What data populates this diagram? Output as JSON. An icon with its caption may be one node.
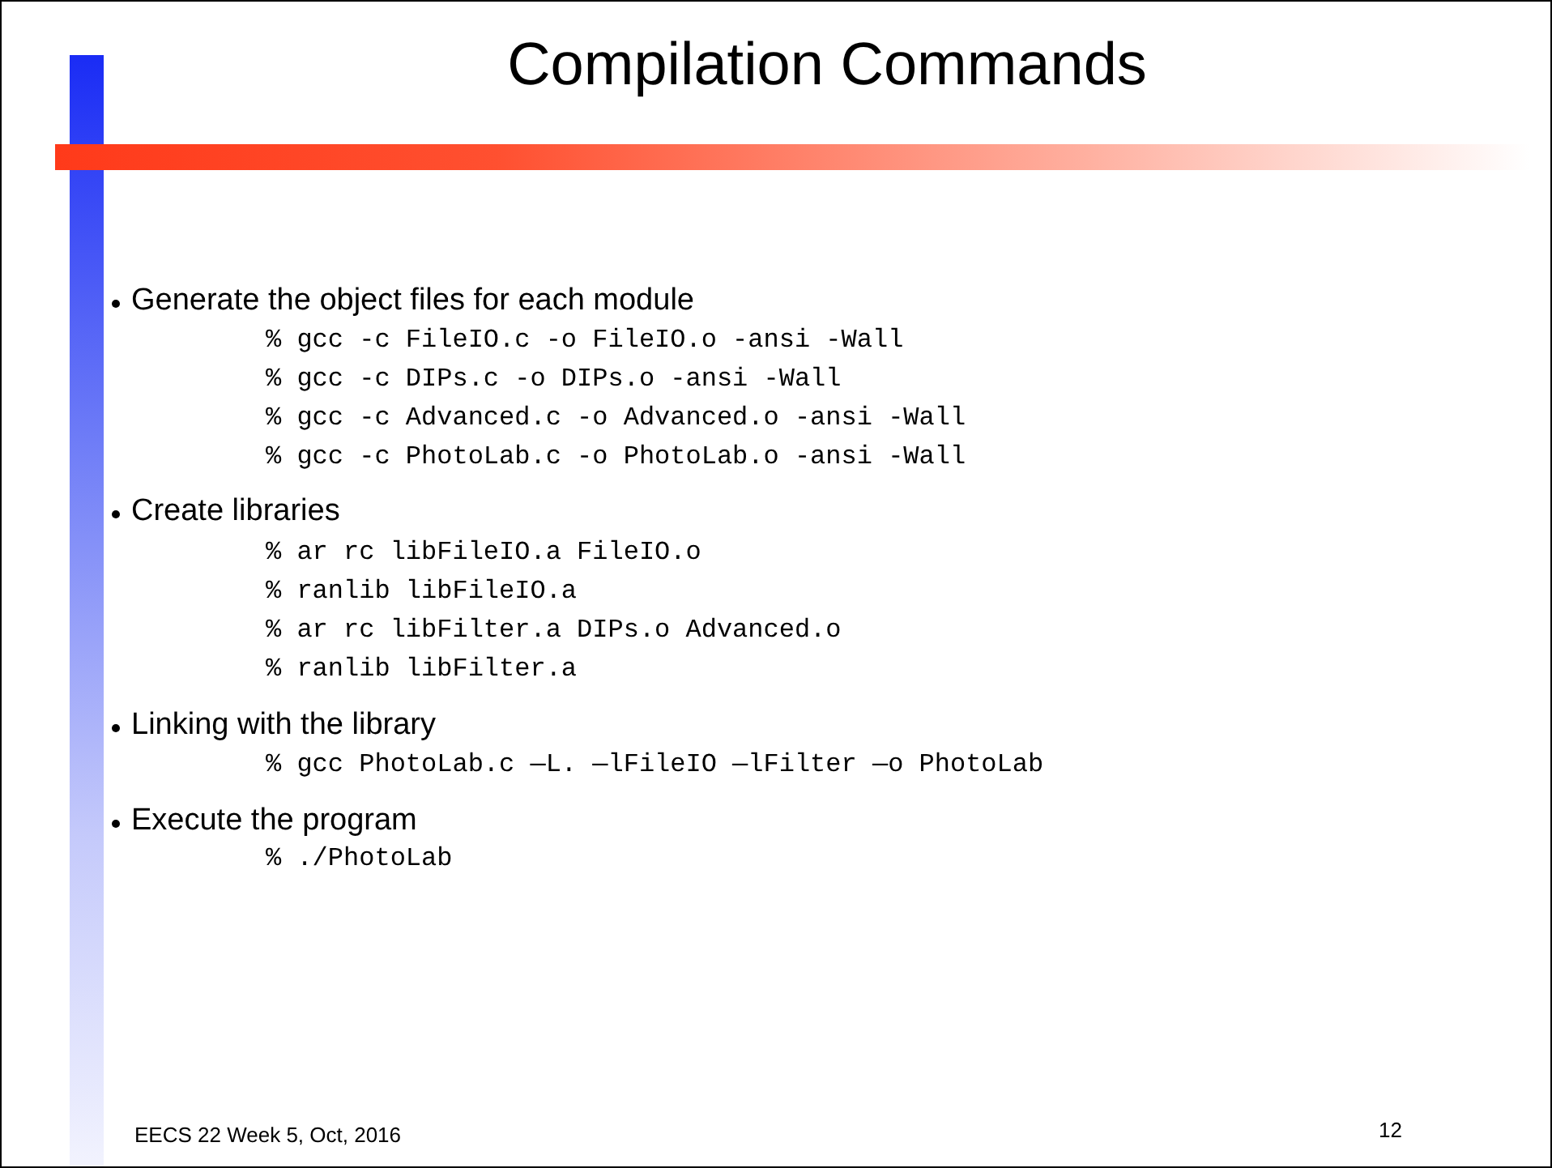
{
  "diagram": {
    "title": "Compilation Commands",
    "labels": [
      "Generate the object files for each module",
      "% gcc -c FileIO.c -o FileIO.o -ansi -Wall",
      "% gcc -c DIPs.c -o DIPs.o -ansi -Wall",
      "% gcc -c Advanced.c -o Advanced.o -ansi -Wall",
      "% gcc -c PhotoLab.c -o PhotoLab.o -ansi -Wall",
      "Create libraries",
      "% ar rc libFileIO.a FileIO.o",
      "% ranlib libFileIO.a",
      "% ar rc libFilter.a DIPs.o Advanced.o",
      "% ranlib libFilter.a",
      "Linking with the library",
      "% gcc PhotoLab.c —L. —lFileIO —lFilter —o PhotoLab",
      "Execute the program",
      "% ./PhotoLab",
      "EECS 22 Week 5, Oct, 2016",
      "12"
    ]
  }
}
